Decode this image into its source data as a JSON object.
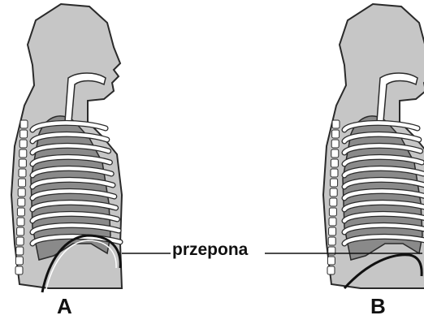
{
  "labels": {
    "diaphragm": "przepona",
    "figure_a": "A",
    "figure_b": "B"
  },
  "colors": {
    "body": "#c6c6c6",
    "outline": "#2a2a2a",
    "lung": "#8a8a8a",
    "rib": "#ffffff",
    "background": "#ffffff"
  }
}
